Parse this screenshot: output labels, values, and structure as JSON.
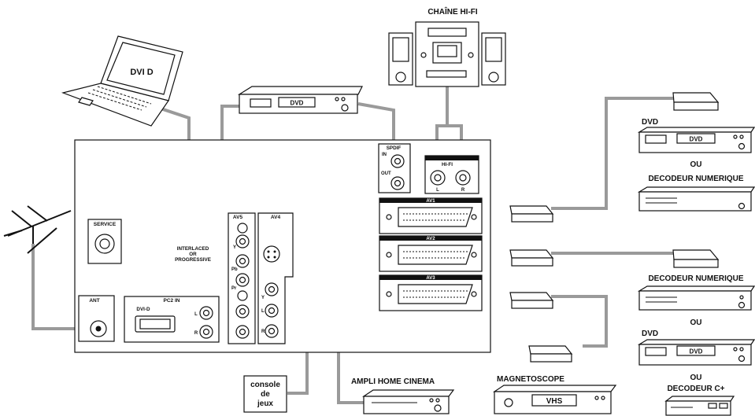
{
  "colors": {
    "cable": "#9a9a9a",
    "ink": "#111111",
    "background": "#ffffff"
  },
  "labels": {
    "hifi": "CHAÎNE HI-FI",
    "dvi_d": "DVI D",
    "service": "SERVICE",
    "interlaced_1": "INTERLACED",
    "interlaced_2": "OR",
    "interlaced_3": "PROGRESSIVE",
    "ant": "ANT",
    "pc2_in": "PC2 IN",
    "dvi_d_port": "DVI-D",
    "pc2_l": "L",
    "pc2_r": "R",
    "av5": "AV5",
    "av5_y": "Y",
    "av5_pb": "Pb",
    "av5_pr": "Pr",
    "av4": "AV4",
    "av4_y": "Y",
    "av4_l": "L",
    "av4_r": "R",
    "spdif": "SPDIF",
    "spdif_in": "IN",
    "spdif_out": "OUT",
    "hifi_port": "HI-FI",
    "hifi_l": "L",
    "hifi_r": "R",
    "av1": "AV1",
    "av2": "AV2",
    "av3": "AV3",
    "dvd_player_face": "DVD",
    "right_dvd_1": "DVD",
    "right_dvd_1_face": "DVD",
    "ou_1": "OU",
    "decodeur_numerique_1": "DECODEUR NUMERIQUE",
    "decodeur_numerique_2": "DECODEUR NUMERIQUE",
    "ou_2": "OU",
    "right_dvd_2": "DVD",
    "right_dvd_2_face": "DVD",
    "ou_3": "OU",
    "decodeur_c_plus": "DECODEUR C+",
    "magnetoscope": "MAGNETOSCOPE",
    "vhs": "VHS",
    "ampli": "AMPLI HOME CINEMA",
    "console_1": "console",
    "console_2": "de",
    "console_3": "jeux"
  }
}
